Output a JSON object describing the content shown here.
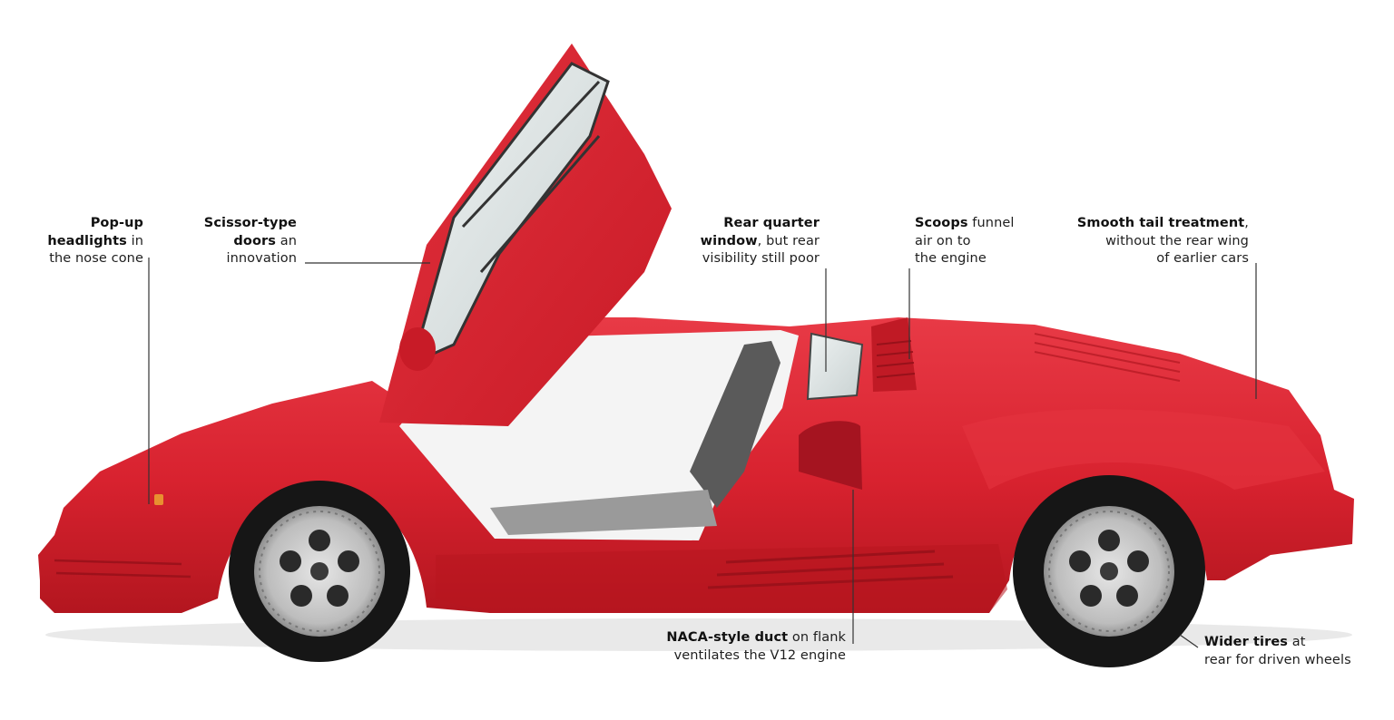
{
  "diagram": {
    "subject": "Lamborghini Countach side profile with scissor door raised",
    "colors": {
      "body_red": "#d8222f",
      "body_shadow": "#a8141f",
      "body_highlight": "#ee4a55",
      "background": "#ffffff",
      "text": "#1e1e1e",
      "leader_line": "#333333"
    },
    "callouts": [
      {
        "id": "popup-headlights",
        "bold": "Pop-up",
        "lines": [
          "headlights",
          " in",
          "the nose cone"
        ],
        "bold_line2": "headlights",
        "rest_line2": " in",
        "line3": "the nose cone"
      },
      {
        "id": "scissor-doors",
        "bold": "Scissor-type",
        "bold_line2": "doors",
        "rest_line2": " an",
        "line3": "innovation"
      },
      {
        "id": "rear-quarter-window",
        "bold": "Rear quarter",
        "bold_line2": "window",
        "rest_line2": ", but rear",
        "line3": "visibility still poor"
      },
      {
        "id": "scoops",
        "bold": "Scoops",
        "rest_line1": " funnel",
        "line2": "air on to",
        "line3": "the engine"
      },
      {
        "id": "smooth-tail",
        "bold": "Smooth tail treatment",
        "rest_line1": ",",
        "line2": "without the rear wing",
        "line3": "of earlier cars"
      },
      {
        "id": "naca-duct",
        "bold": "NACA-style duct",
        "rest_line1": " on flank",
        "line2": "ventilates the V12 engine"
      },
      {
        "id": "wider-tires",
        "bold": "Wider tires",
        "rest_line1": " at",
        "line2": "rear for driven wheels"
      }
    ]
  }
}
